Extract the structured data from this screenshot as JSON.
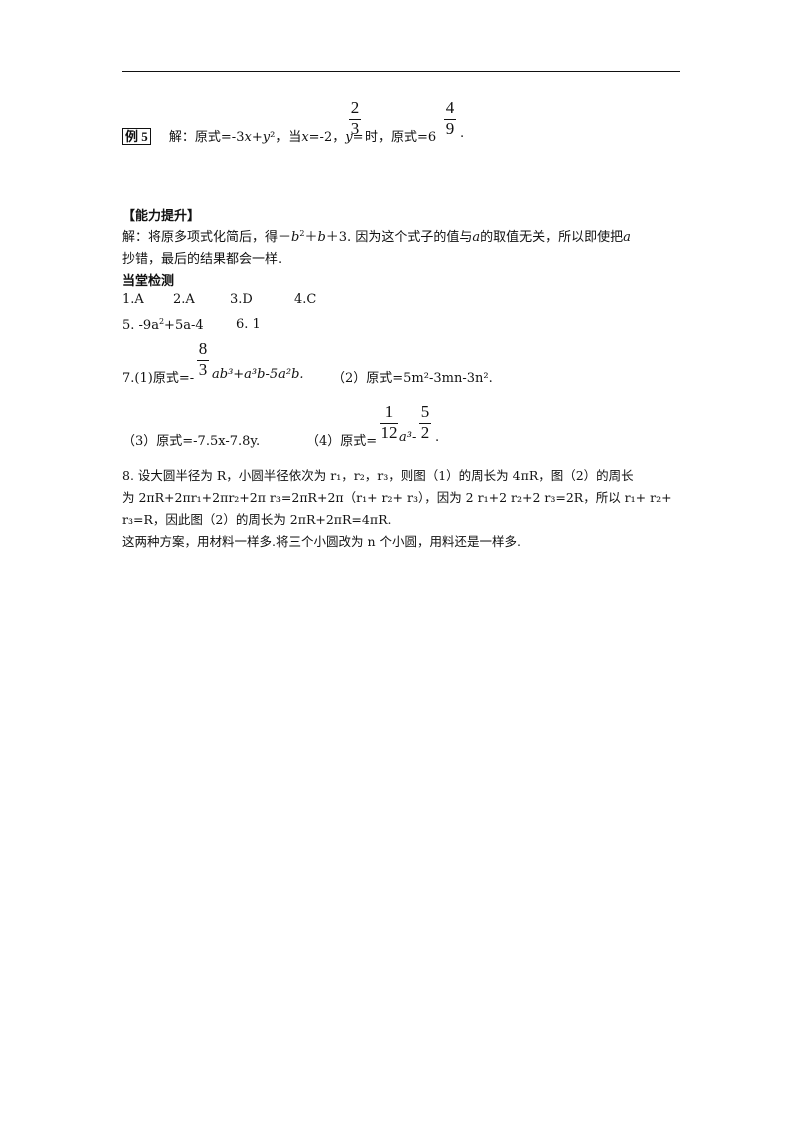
{
  "example5": {
    "label": "例 5",
    "text_a": "解：原式=-3",
    "var_x": "x",
    "plus": "+",
    "var_y": "y",
    "sq": "²",
    "text_b": "，当",
    "var_x2": "x",
    "text_c": "=-2，",
    "var_y2": "y",
    "eq": "=",
    "frac1_num": "2",
    "frac1_den": "3",
    "text_d": "时，原式=6",
    "frac2_num": "4",
    "frac2_den": "9",
    "end": "."
  },
  "ability": {
    "heading": "【能力提升】",
    "line1_a": "解：将原多项式化简后，得－",
    "b1": "b",
    "exp2": "2",
    "line1_b": "＋",
    "b2": "b",
    "line1_c": "＋3. 因为这个式子的值与",
    "a1": "a",
    "line1_d": "的取值无关，所以即使把",
    "a2": "a",
    "line2": "抄错，最后的结果都会一样."
  },
  "check": {
    "heading": "当堂检测",
    "answers_1_4": [
      "1.A",
      "2.A",
      "3.D",
      "4.C"
    ],
    "q5_a": "5. -9a",
    "q5_exp": "2",
    "q5_b": "+5a-4",
    "q6": "6. 1",
    "q7_1_prefix": "7.(1)原式=-",
    "q7_1_num": "8",
    "q7_1_den": "3",
    "q7_1_rest": "ab³+a³b-5a²b.",
    "q7_2": "（2）原式=5m²-3mn-3n².",
    "q7_3": "（3）原式=-7.5x-7.8y.",
    "q7_4_prefix": "（4）原式=",
    "q7_4_num": "1",
    "q7_4_den": "12",
    "q7_4_mid": "a³-",
    "q7_4_num2": "5",
    "q7_4_den2": "2",
    "q7_4_end": ".",
    "q8_line1": "8. 设大圆半径为 R，小圆半径依次为 r₁，r₂，r₃，则图（1）的周长为 4πR，图（2）的周长",
    "q8_line2": "为 2πR+2πr₁+2πr₂+2π  r₃=2πR+2π（r₁+  r₂+  r₃），因为 2  r₁+2  r₂+2  r₃=2R，所以 r₁+  r₂+",
    "q8_line3": "r₃=R，因此图（2）的周长为 2πR+2πR=4πR.",
    "q8_line4": "这两种方案，用材料一样多.将三个小圆改为 n 个小圆，用料还是一样多."
  }
}
